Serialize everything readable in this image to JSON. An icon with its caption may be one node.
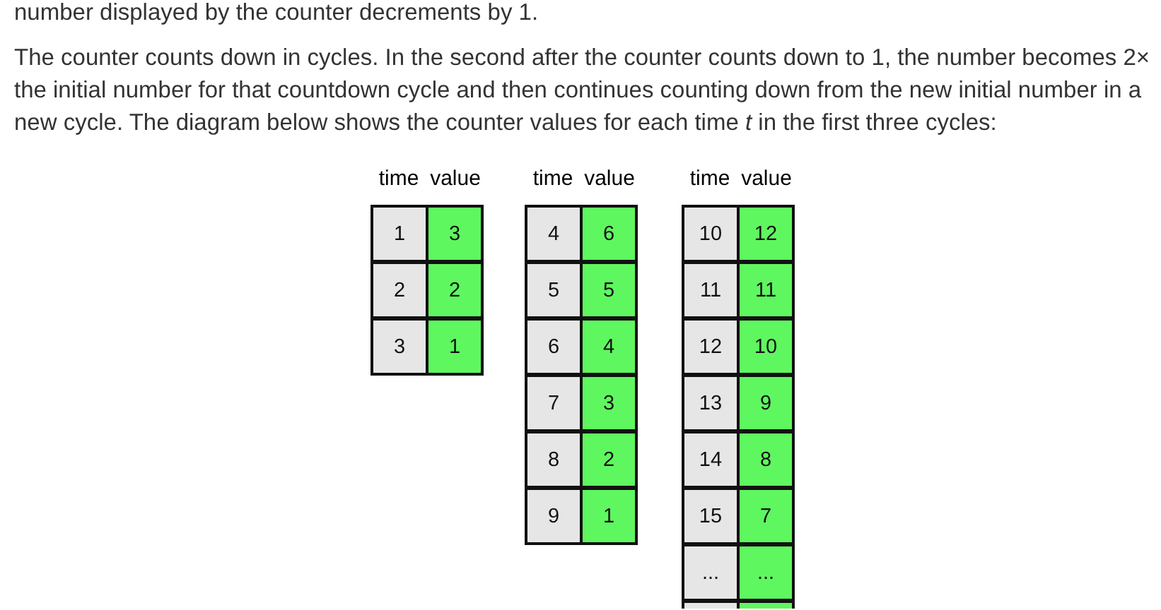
{
  "diagram": {
    "labels": [
      "number displayed by the counter decrements by 1.",
      "The counter counts down in cycles. In the second after the counter counts down to 1, the number becomes 2× the initial number for that countdown cycle and then continues counting down from the new initial number in a new cycle. The diagram below shows the counter values for each time *t* in the first three cycles:",
      "time",
      "value",
      "1",
      "3",
      "2",
      "2",
      "3",
      "1",
      "time",
      "value",
      "4",
      "6",
      "5",
      "5",
      "6",
      "4",
      "7",
      "3",
      "8",
      "2",
      "9",
      "1",
      "time",
      "value",
      "10",
      "12",
      "11",
      "11",
      "12",
      "10",
      "13",
      "9",
      "14",
      "8",
      "15",
      "7",
      "...",
      "..."
    ]
  }
}
